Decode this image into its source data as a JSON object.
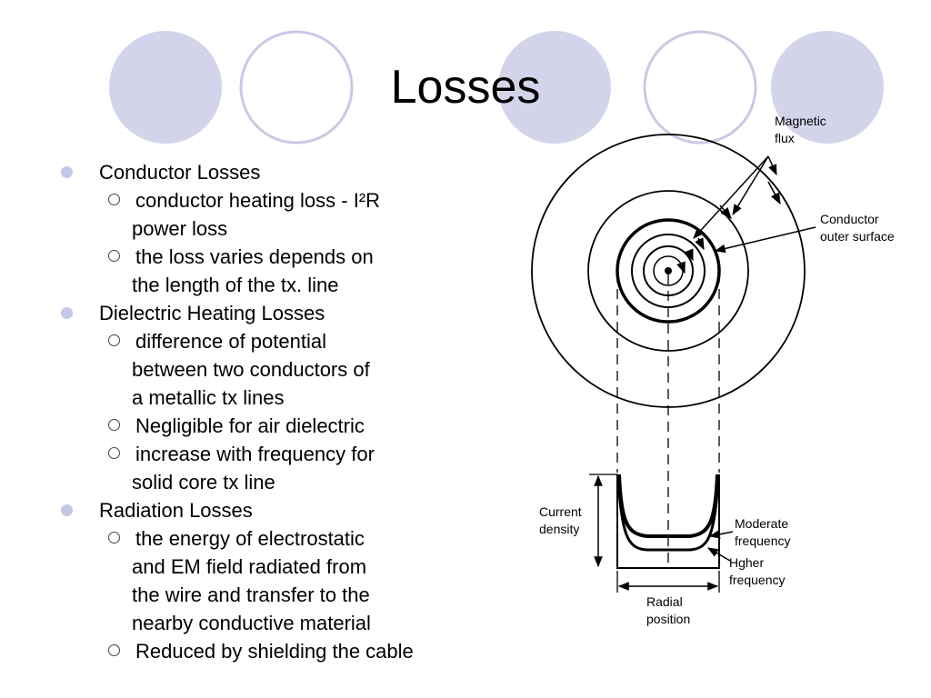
{
  "slide": {
    "title": "Losses",
    "colors": {
      "circle_fill": "#d3d3ea",
      "circle_outline": "#c9c9e3",
      "bullet": "#c4c6e8"
    }
  },
  "bullets": [
    {
      "level": 1,
      "lines": [
        "Conductor Losses"
      ]
    },
    {
      "level": 2,
      "lines": [
        "conductor heating loss  - I²R",
        "power loss"
      ]
    },
    {
      "level": 2,
      "lines": [
        "the loss varies depends on",
        "the length of the tx. line"
      ]
    },
    {
      "level": 1,
      "lines": [
        "Dielectric Heating Losses"
      ]
    },
    {
      "level": 2,
      "lines": [
        "difference of potential",
        "between two conductors of",
        "a metallic tx lines"
      ]
    },
    {
      "level": 2,
      "lines": [
        "Negligible for air dielectric"
      ]
    },
    {
      "level": 2,
      "lines": [
        "increase with frequency for",
        "solid core tx line"
      ]
    },
    {
      "level": 1,
      "lines": [
        "Radiation Losses"
      ]
    },
    {
      "level": 2,
      "lines": [
        "the energy of electrostatic",
        "and EM field radiated from",
        "the wire and transfer to the",
        "nearby conductive material"
      ]
    },
    {
      "level": 2,
      "lines": [
        "Reduced by shielding the cable"
      ]
    }
  ],
  "figure": {
    "labels": {
      "magnetic_flux_1": "Magnetic",
      "magnetic_flux_2": "flux",
      "conductor_outer_1": "Conductor",
      "conductor_outer_2": "outer surface",
      "current_density_1": "Current",
      "current_density_2": "density",
      "moderate_1": "Moderate",
      "moderate_2": "frequency",
      "higher_1": "Hgher",
      "higher_2": "frequency",
      "radial_1": "Radial",
      "radial_2": "position"
    }
  }
}
